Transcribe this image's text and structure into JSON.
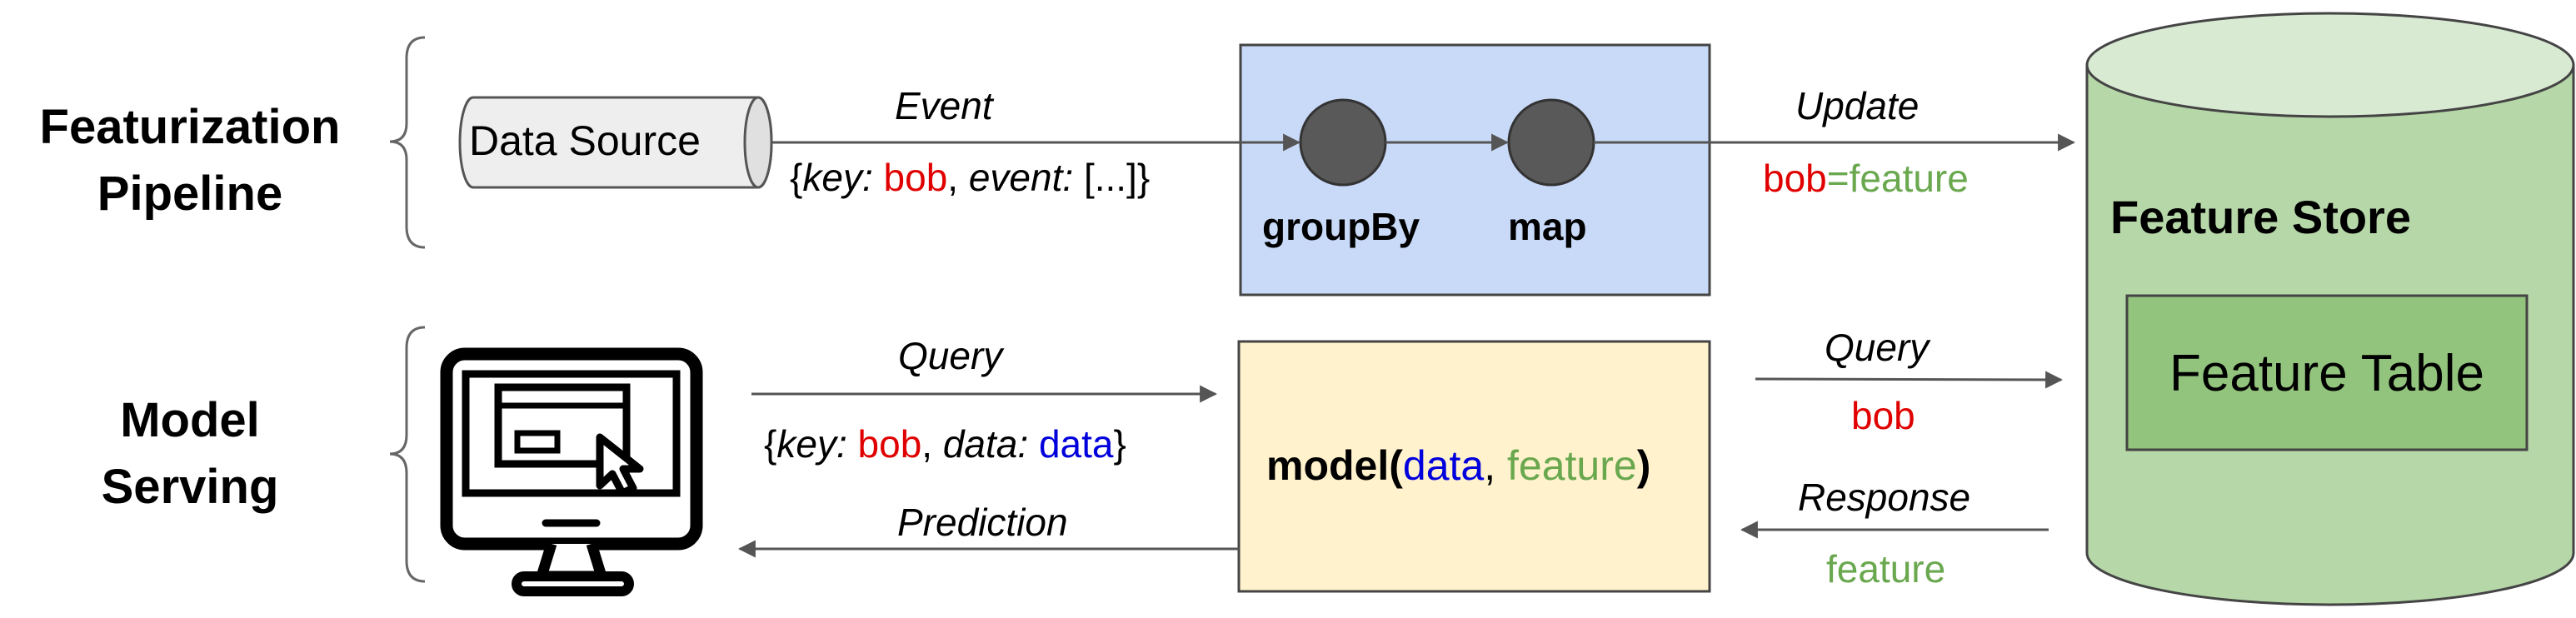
{
  "sections": {
    "featurization": {
      "line1": "Featurization",
      "line2": "Pipeline"
    },
    "serving": {
      "line1": "Model",
      "line2": "Serving"
    }
  },
  "data_source": {
    "label": "Data Source"
  },
  "event_edge": {
    "label": "Event",
    "payload": {
      "open": "{",
      "key_label": "key:",
      "key_value": "bob",
      "sep": ",",
      "event_label": "event:",
      "event_value": "[...]}"
    }
  },
  "pipeline": {
    "node1": "groupBy",
    "node2": "map"
  },
  "update_edge": {
    "label": "Update",
    "key": "bob",
    "eq": "=",
    "value": "feature"
  },
  "feature_store": {
    "title": "Feature Store",
    "table": "Feature Table"
  },
  "query_left": {
    "label": "Query",
    "payload": {
      "open": "{",
      "key_label": "key:",
      "key_value": "bob",
      "sep": ",",
      "data_label": "data:",
      "data_value": "data",
      "close": "}"
    }
  },
  "prediction_edge": {
    "label": "Prediction"
  },
  "model": {
    "prefix": "model(",
    "arg1": "data",
    "sep": ", ",
    "arg2": "feature",
    "suffix": ")"
  },
  "query_right": {
    "label": "Query",
    "value": "bob"
  },
  "response_edge": {
    "label": "Response",
    "value": "feature"
  },
  "colors": {
    "pipeline_fill": "#c9daf8",
    "model_fill": "#fff2cc",
    "store_fill": "#b6d7a8",
    "store_top": "#d9ead3",
    "table_fill": "#93c47d",
    "node_fill": "#595959",
    "key_red": "#e00000",
    "feature_green": "#6aa84f",
    "data_blue": "#0000dd"
  },
  "icons": {
    "monitor": "computer-monitor-icon",
    "cursor": "mouse-pointer-icon"
  }
}
